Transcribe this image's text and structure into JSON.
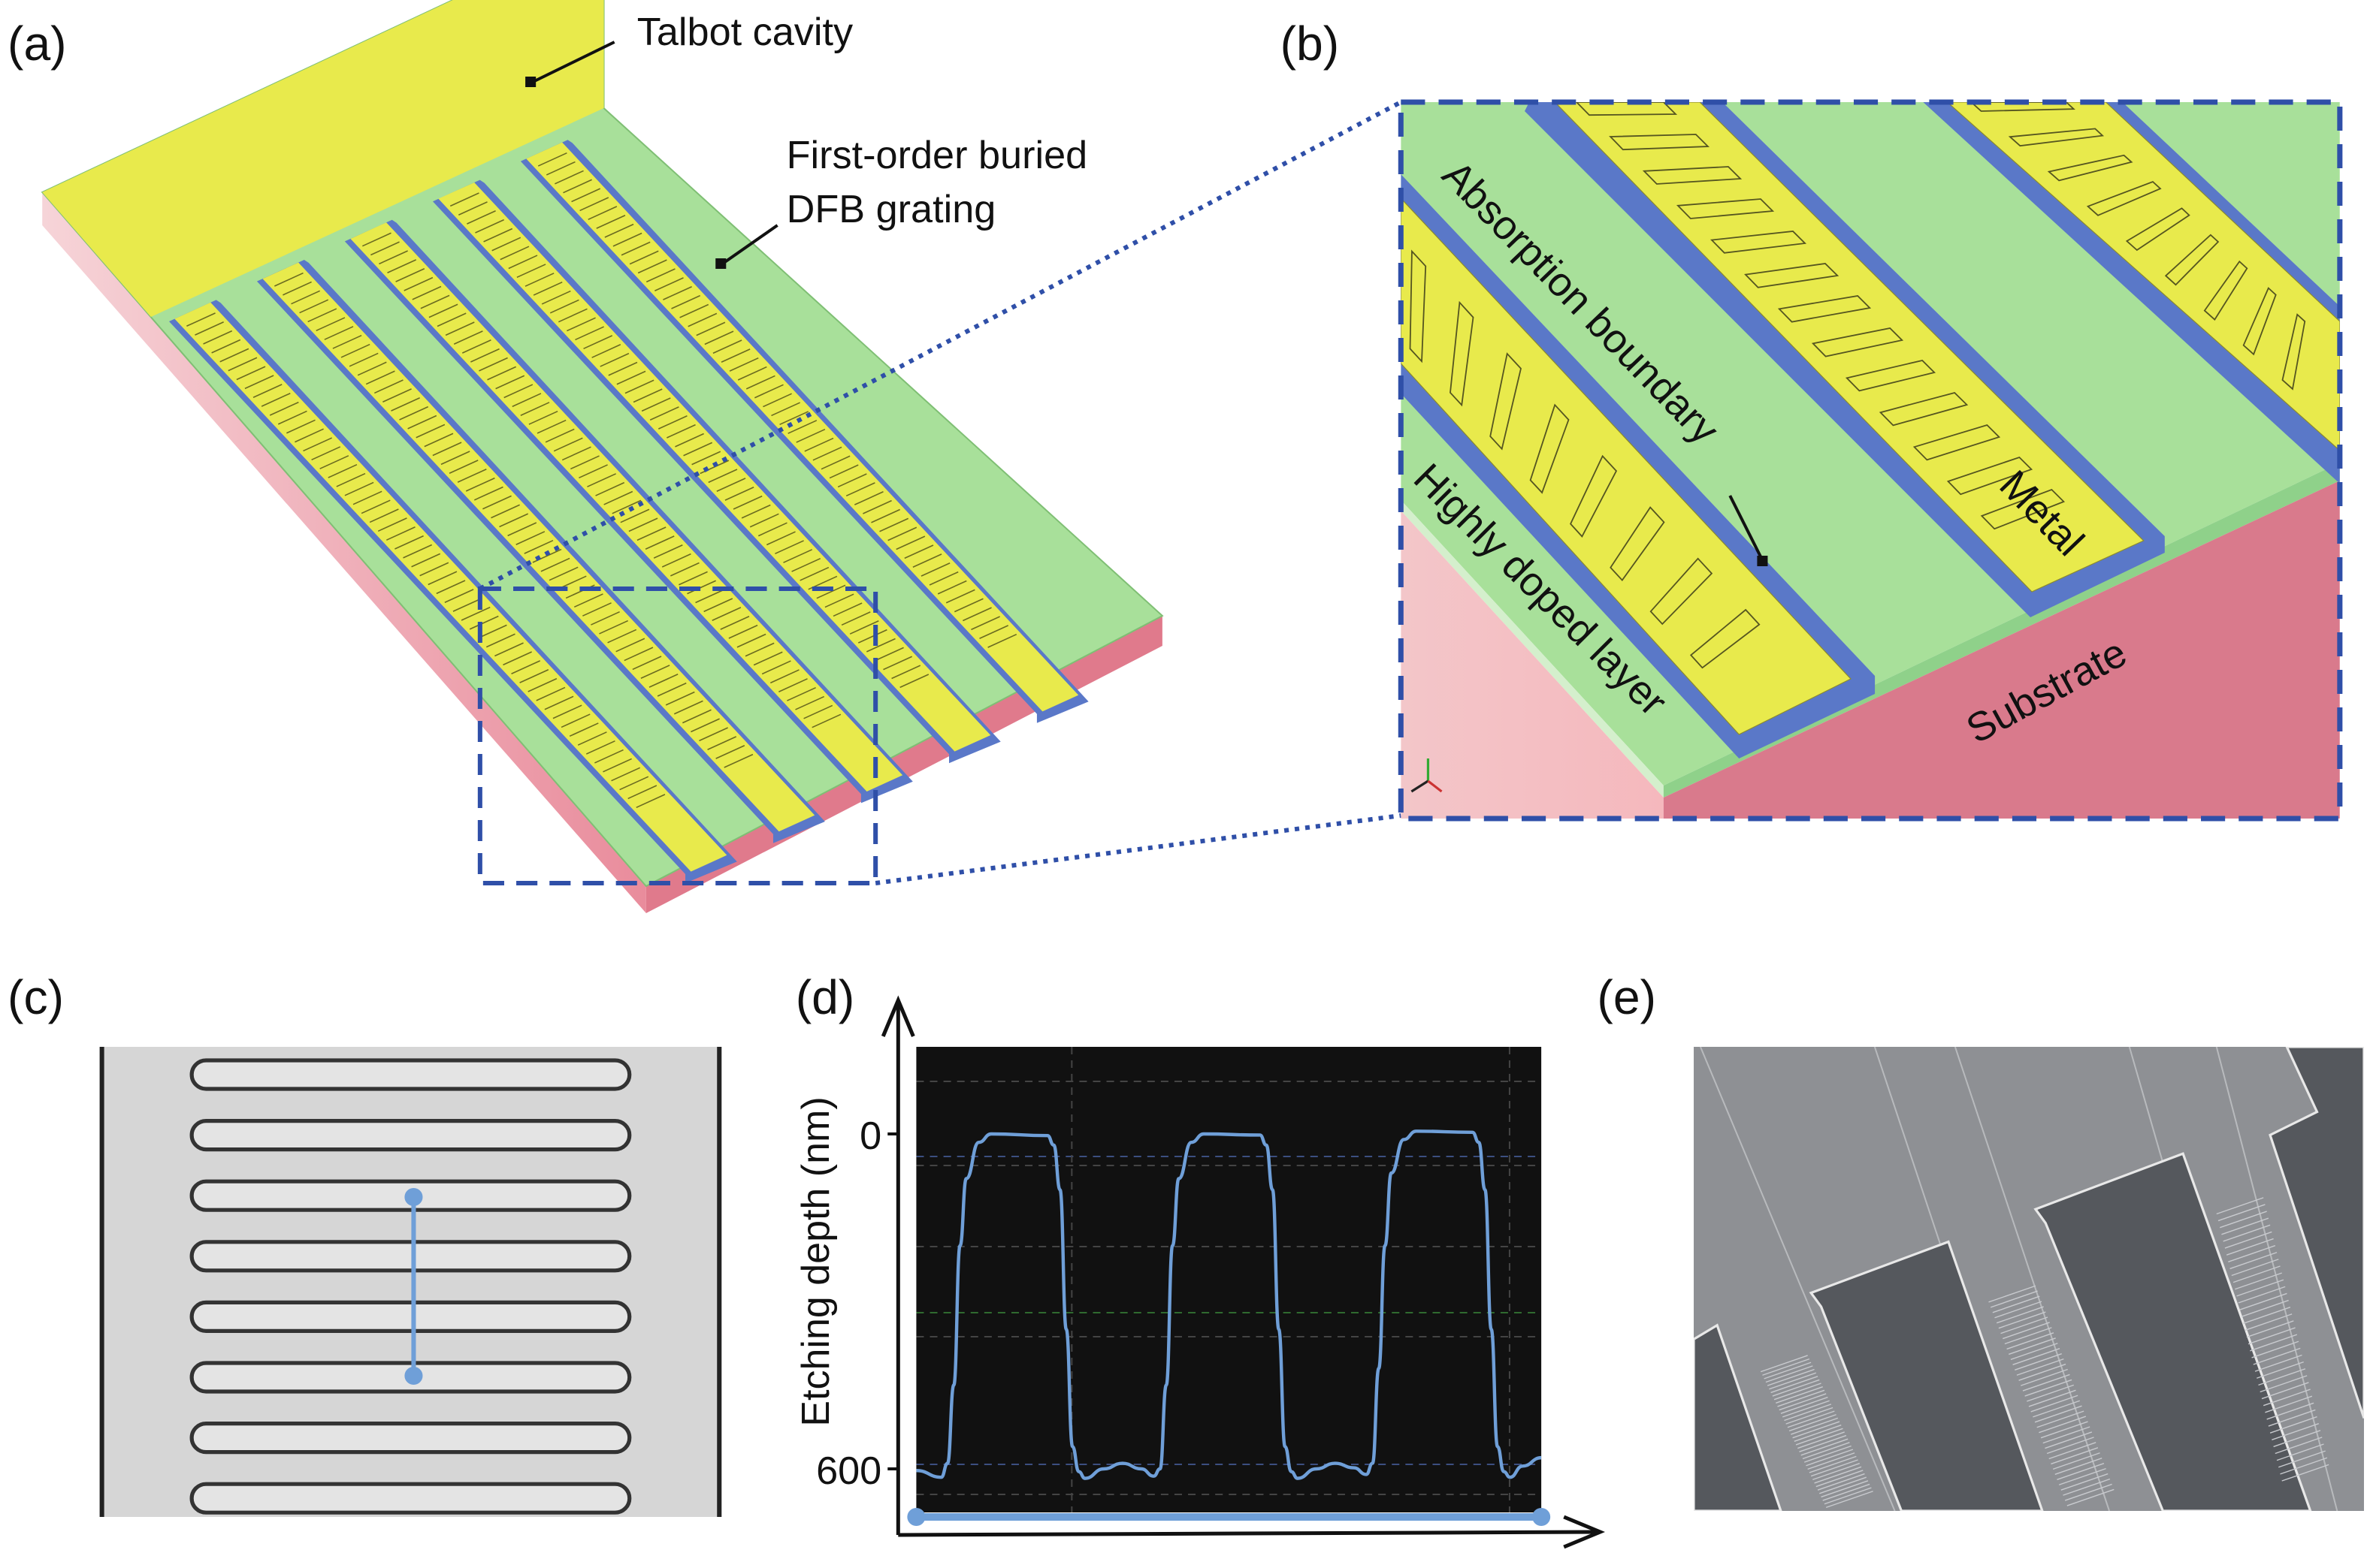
{
  "panels": {
    "a": {
      "label": "(a)",
      "talbot_label": "Talbot cavity",
      "grating_label_line1": "First-order buried",
      "grating_label_line2": "DFB grating"
    },
    "b": {
      "label": "(b)",
      "absorption_label": "Absorption boundary",
      "doped_label": "Highly doped layer",
      "metal_label": "Metal",
      "substrate_label": "Substrate"
    },
    "c": {
      "label": "(c)"
    },
    "d": {
      "label": "(d)"
    },
    "e": {
      "label": "(e)"
    }
  },
  "colors": {
    "metal": "#e8ea4c",
    "absorption_boundary": "#5a78c8",
    "doped_layer": "#a8e09a",
    "substrate": "#d97a8c",
    "zoom_box": "#2f4fa8",
    "profile_line": "#6f9fd8",
    "chart_background": "#111111"
  },
  "chart_data": {
    "type": "line",
    "xlabel": "",
    "ylabel": "Etching depth (nm)",
    "yticks": [
      0,
      600
    ],
    "y_inverted": true,
    "ylim": [
      -150,
      680
    ],
    "grid": true,
    "series": [
      {
        "x": [
          0,
          4,
          5,
          6,
          7,
          8,
          10,
          12,
          21,
          22,
          23,
          24,
          25,
          26,
          27,
          30,
          33,
          36,
          38,
          39,
          40,
          41,
          42,
          44,
          46,
          55,
          56,
          57,
          58,
          59,
          60,
          61,
          64,
          67,
          70,
          72,
          73,
          74,
          75,
          76,
          78,
          80,
          89,
          90,
          91,
          92,
          93,
          94,
          95,
          97,
          100
        ],
        "y": [
          603,
          615,
          590,
          450,
          200,
          80,
          15,
          0,
          3,
          20,
          100,
          350,
          560,
          605,
          617,
          600,
          590,
          600,
          613,
          600,
          450,
          200,
          80,
          15,
          0,
          2,
          20,
          100,
          350,
          560,
          605,
          617,
          600,
          590,
          598,
          610,
          590,
          420,
          200,
          70,
          10,
          -5,
          -3,
          15,
          100,
          350,
          560,
          605,
          615,
          595,
          580
        ]
      }
    ]
  }
}
